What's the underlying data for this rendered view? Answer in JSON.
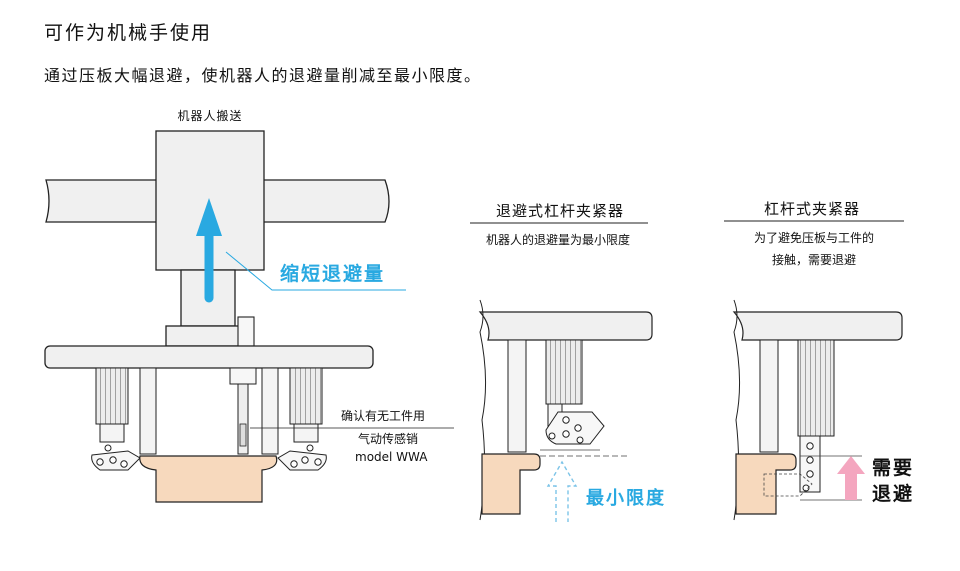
{
  "page": {
    "title": "可作为机械手使用",
    "subtitle": "通过压板大幅退避，使机器人的退避量削减至最小限度。"
  },
  "left_diagram": {
    "robot_label": "机器人搬送",
    "shorten_label": "缩短退避量",
    "sensor_line1": "确认有无工件用",
    "sensor_line2": "气动传感销",
    "sensor_line3": "model WWA"
  },
  "middle_diagram": {
    "heading": "退避式杠杆夹紧器",
    "caption": "机器人的退避量为最小限度",
    "min_label": "最小限度"
  },
  "right_diagram": {
    "heading": "杠杆式夹紧器",
    "caption_line1": "为了避免压板与工件的",
    "caption_line2": "接触，需要退避",
    "need_line1": "需要",
    "need_line2": "退避"
  },
  "colors": {
    "structure_fill": "#f0f0f0",
    "outline": "#222222",
    "workpiece": "#f7d9bd",
    "accent_blue": "#29a9e1",
    "accent_pink": "#f4a6bf",
    "dashed_blue": "#7cc4e8"
  }
}
